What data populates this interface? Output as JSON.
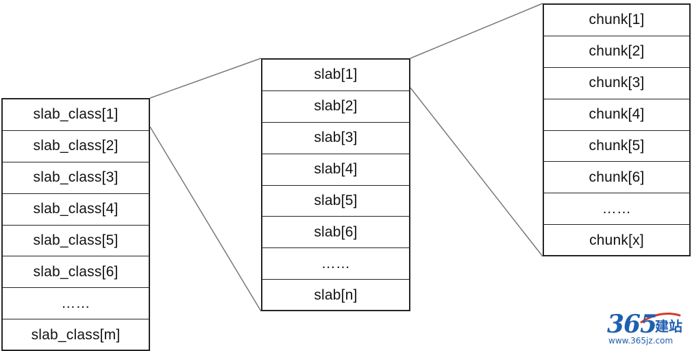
{
  "slab_classes": [
    "slab_class[1]",
    "slab_class[2]",
    "slab_class[3]",
    "slab_class[4]",
    "slab_class[5]",
    "slab_class[6]",
    "……",
    "slab_class[m]"
  ],
  "slabs": [
    "slab[1]",
    "slab[2]",
    "slab[3]",
    "slab[4]",
    "slab[5]",
    "slab[6]",
    "……",
    "slab[n]"
  ],
  "chunks": [
    "chunk[1]",
    "chunk[2]",
    "chunk[3]",
    "chunk[4]",
    "chunk[5]",
    "chunk[6]",
    "……",
    "chunk[x]"
  ],
  "watermark": {
    "digits": "365",
    "text_cn": "建站",
    "url": "www.365jz.com"
  },
  "colors": {
    "line": "#222222",
    "connector": "#777777",
    "watermark": "#1f5fb0"
  }
}
